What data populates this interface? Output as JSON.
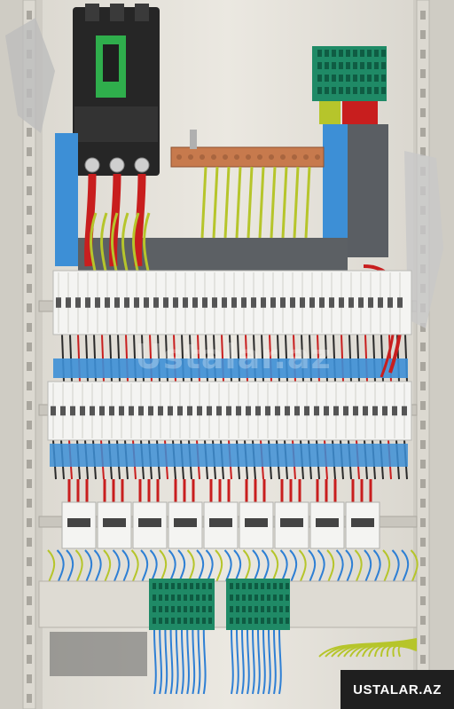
{
  "photo": {
    "subject": "electrical distribution panel",
    "colors": {
      "cabinet": "#e3e0d8",
      "rail": "#cfccc4",
      "breaker": "#f4f4f2",
      "blue_support": "#3d8fd6",
      "copper_bus": "#c77a4d",
      "red_wire": "#c81e1e",
      "yellow_green_wire": "#b6c52b",
      "blue_wire": "#2e7fd4",
      "terminal_green": "#1f8a66",
      "badge_bg": "#1f1f1f"
    }
  },
  "watermark": {
    "text": "Ustalar.az"
  },
  "badge": {
    "text": "USTALAR.AZ"
  }
}
